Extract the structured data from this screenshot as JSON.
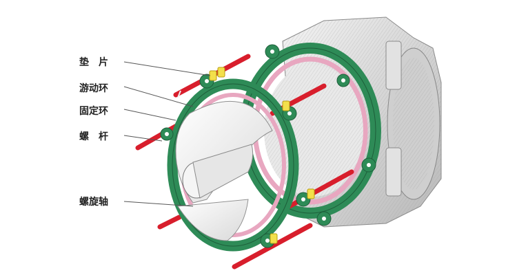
{
  "labels": {
    "gasket": "垫片",
    "movable_ring": "游动环",
    "fixed_ring": "固定环",
    "bolt": "螺杆",
    "screw_shaft": "螺旋轴"
  },
  "colors": {
    "ring_green": "#2e8b57",
    "ring_pink": "#e8a7c0",
    "bolt_red": "#d81e2c",
    "gasket_yellow": "#f3e04b",
    "body_gray": "#bdbdbd"
  }
}
